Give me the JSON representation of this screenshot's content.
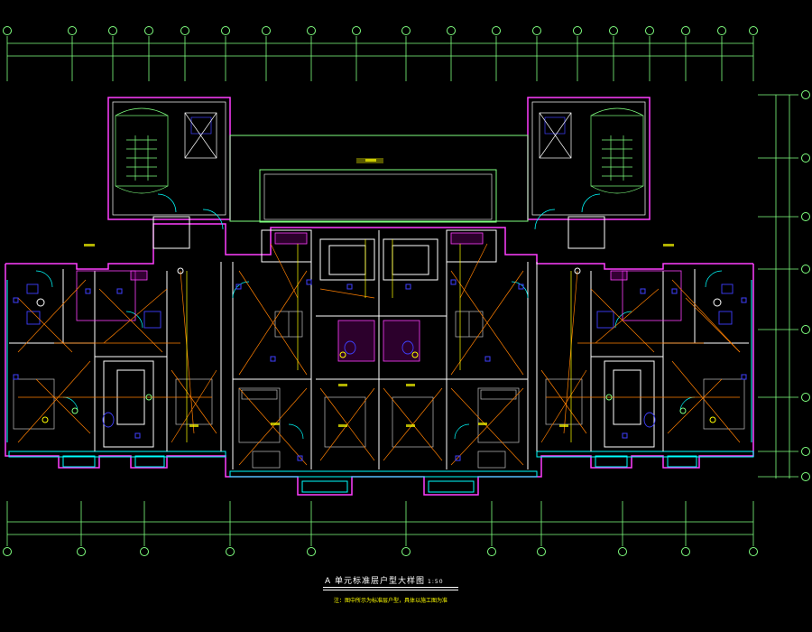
{
  "drawing": {
    "title": "A 单元标准层户型大样图",
    "scale": "1:50",
    "note": "注：图中所示为标准层户型，具体以施工图为准"
  },
  "colors": {
    "background": "#000000",
    "dimension": "#7fff7f",
    "axis_bubble": "#7fff7f",
    "outer_wall": "#ff3fff",
    "inner_wall": "#ffffff",
    "wiring": "#ff7f00",
    "window": "#00ffff",
    "fixture": "#3f3fff",
    "room_label": "#ffff00",
    "title": "#ffffff"
  },
  "icons": [
    "axis-bubble",
    "stair-icon",
    "elevator-icon",
    "wc-icon",
    "bed-icon",
    "dining-table-icon",
    "light-fixture-icon",
    "socket-icon"
  ]
}
